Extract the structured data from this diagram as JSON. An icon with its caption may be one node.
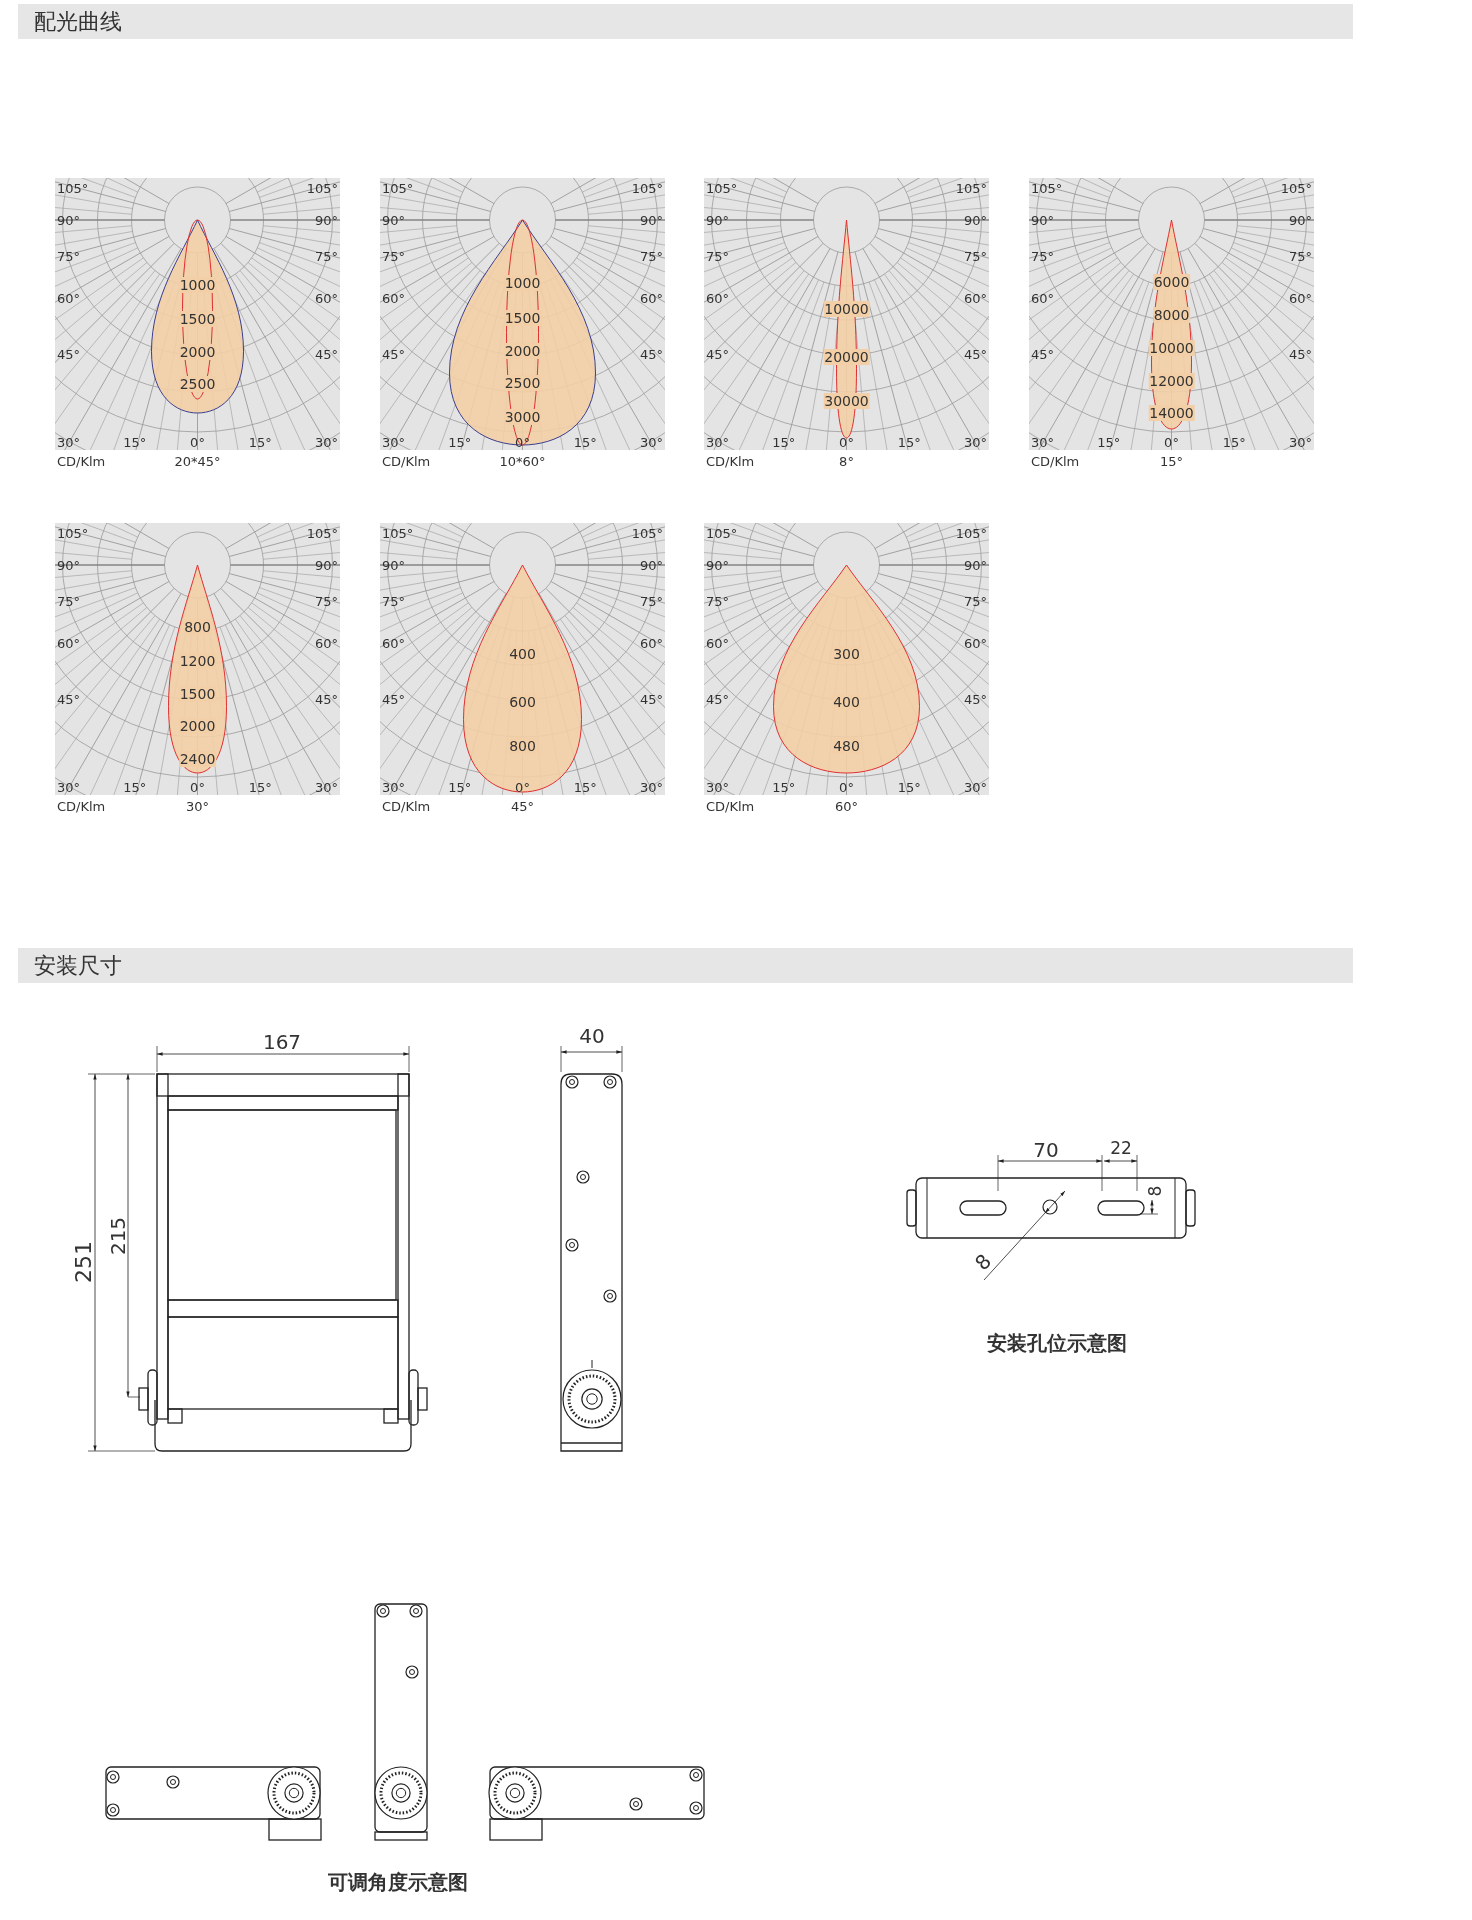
{
  "diagram": {
    "labels": [
      "配光曲线",
      "105°",
      "105°",
      "90°",
      "90°",
      "75°",
      "75°",
      "60°",
      "60°",
      "45°",
      "45°",
      "1000",
      "1500",
      "2000",
      "2500",
      "30°",
      "15°",
      "0°",
      "15°",
      "30°",
      "CD/Klm",
      "20*45°",
      "105°",
      "105°",
      "90°",
      "90°",
      "75°",
      "75°",
      "60°",
      "60°",
      "45°",
      "45°",
      "1000",
      "1500",
      "2000",
      "2500",
      "3000",
      "30°",
      "15°",
      "0°",
      "15°",
      "30°",
      "CD/Klm",
      "10*60°",
      "105°",
      "105°",
      "90°",
      "90°",
      "75°",
      "75°",
      "60°",
      "60°",
      "45°",
      "45°",
      "10000",
      "20000",
      "30000",
      "30°",
      "15°",
      "0°",
      "15°",
      "30°",
      "CD/Klm",
      "8°",
      "105°",
      "105°",
      "90°",
      "90°",
      "75°",
      "75°",
      "60°",
      "60°",
      "45°",
      "45°",
      "6000",
      "8000",
      "10000",
      "12000",
      "14000",
      "30°",
      "15°",
      "0°",
      "15°",
      "30°",
      "CD/Klm",
      "15°",
      "105°",
      "105°",
      "90°",
      "90°",
      "75°",
      "75°",
      "60°",
      "60°",
      "45°",
      "45°",
      "800",
      "1200",
      "1500",
      "2000",
      "2400",
      "30°",
      "15°",
      "0°",
      "15°",
      "30°",
      "CD/Klm",
      "30°",
      "105°",
      "105°",
      "90°",
      "90°",
      "75°",
      "75°",
      "60°",
      "60°",
      "45°",
      "45°",
      "400",
      "600",
      "800",
      "30°",
      "15°",
      "0°",
      "15°",
      "30°",
      "CD/Klm",
      "45°",
      "105°",
      "105°",
      "90°",
      "90°",
      "75°",
      "75°",
      "60°",
      "60°",
      "45°",
      "45°",
      "300",
      "400",
      "480",
      "30°",
      "15°",
      "0°",
      "15°",
      "30°",
      "CD/Klm",
      "60°",
      "安装尺寸",
      "167",
      "251",
      "215",
      "40",
      "70",
      "22",
      "8",
      "8",
      "安装孔位示意图",
      "可调角度示意图"
    ]
  }
}
